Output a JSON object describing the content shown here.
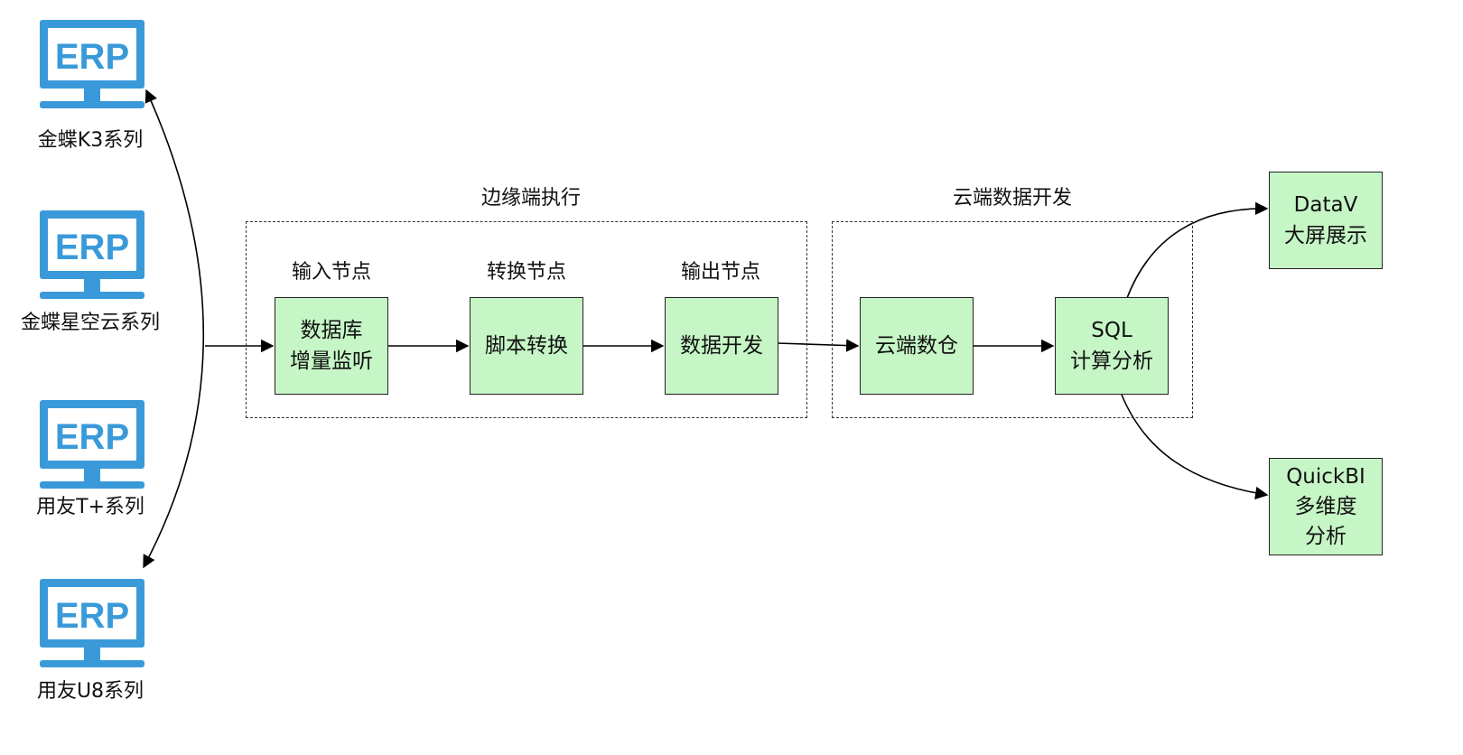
{
  "sources": [
    {
      "icon": "erp-monitor-icon",
      "icon_text": "ERP",
      "label": "金蝶K3系列"
    },
    {
      "icon": "erp-monitor-icon",
      "icon_text": "ERP",
      "label": "金蝶星空云系列"
    },
    {
      "icon": "erp-monitor-icon",
      "icon_text": "ERP",
      "label": "用友T+系列"
    },
    {
      "icon": "erp-monitor-icon",
      "icon_text": "ERP",
      "label": "用友U8系列"
    }
  ],
  "edge_group": {
    "title": "边缘端执行",
    "nodes": [
      {
        "stage": "输入节点",
        "lines": [
          "数据库",
          "增量监听"
        ]
      },
      {
        "stage": "转换节点",
        "lines": [
          "脚本转换"
        ]
      },
      {
        "stage": "输出节点",
        "lines": [
          "数据开发"
        ]
      }
    ]
  },
  "cloud_group": {
    "title": "云端数据开发",
    "nodes": [
      {
        "lines": [
          "云端数仓"
        ]
      },
      {
        "lines": [
          "SQL",
          "计算分析"
        ]
      }
    ]
  },
  "outputs": [
    {
      "lines": [
        "DataV",
        "大屏展示"
      ]
    },
    {
      "lines": [
        "QuickBI",
        "多维度",
        "分析"
      ]
    }
  ],
  "colors": {
    "erp_icon": "#3a9ad9",
    "node_fill": "#c6f5c6",
    "node_border": "#222222",
    "arrow": "#000000"
  }
}
